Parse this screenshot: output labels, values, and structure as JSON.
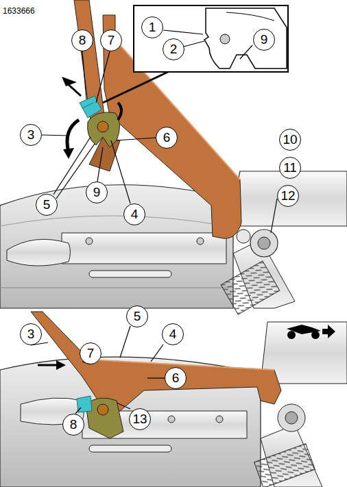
{
  "diagram": {
    "labels": [
      "1633666",
      "1",
      "2",
      "9",
      "8",
      "7",
      "3",
      "6",
      "5",
      "9",
      "4",
      "10",
      "11",
      "12",
      "3",
      "7",
      "5",
      "4",
      "6",
      "8",
      "13"
    ]
  }
}
